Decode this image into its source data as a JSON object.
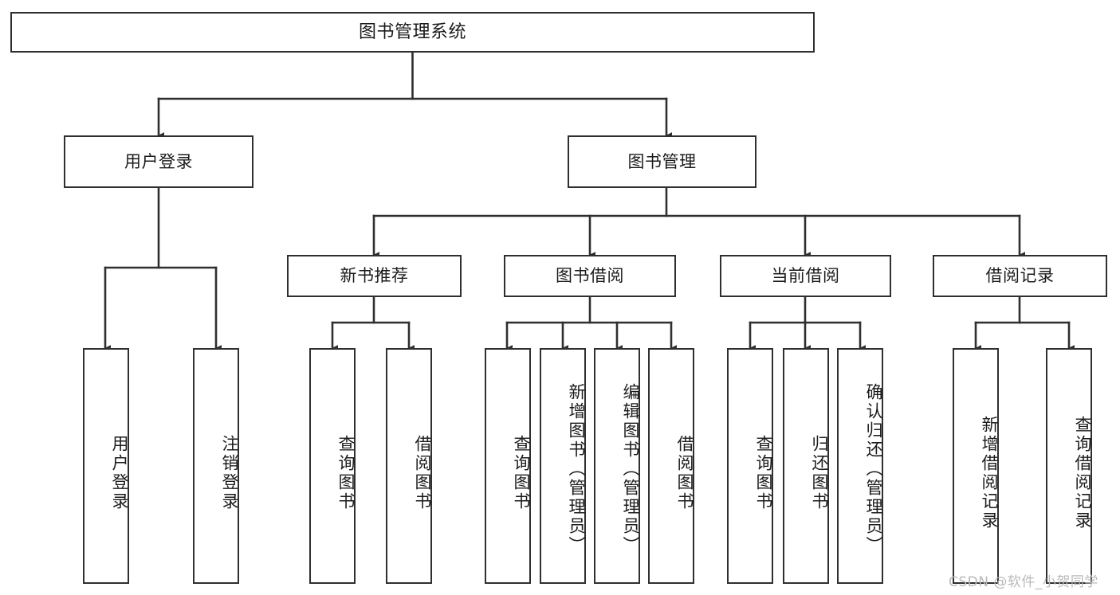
{
  "diagram": {
    "title": "图书管理系统",
    "type": "功能结构图",
    "stroke_color": "#2f2f2f",
    "fill_color": "#ffffff",
    "text_color": "#1b1b1b"
  },
  "root": {
    "label": "图书管理系统"
  },
  "level2": [
    {
      "label": "用户登录"
    },
    {
      "label": "图书管理"
    }
  ],
  "level3": [
    {
      "label": "新书推荐"
    },
    {
      "label": "图书借阅"
    },
    {
      "label": "当前借阅"
    },
    {
      "label": "借阅记录"
    }
  ],
  "leaves": {
    "user_login": [
      {
        "label": "用户登录"
      },
      {
        "label": "注销登录"
      }
    ],
    "new_book_recommend": [
      {
        "label": "查询图书"
      },
      {
        "label": "借阅图书"
      }
    ],
    "book_borrow": [
      {
        "label": "查询图书"
      },
      {
        "label": "新增图书（管理员）"
      },
      {
        "label": "编辑图书（管理员）"
      },
      {
        "label": "借阅图书"
      }
    ],
    "current_borrow": [
      {
        "label": "查询图书"
      },
      {
        "label": "归还图书"
      },
      {
        "label": "确认归还（管理员）"
      }
    ],
    "borrow_record": [
      {
        "label": "新增借阅记录"
      },
      {
        "label": "查询借阅记录"
      }
    ]
  },
  "watermark": {
    "text": "CSDN @软件_小贺同学"
  }
}
